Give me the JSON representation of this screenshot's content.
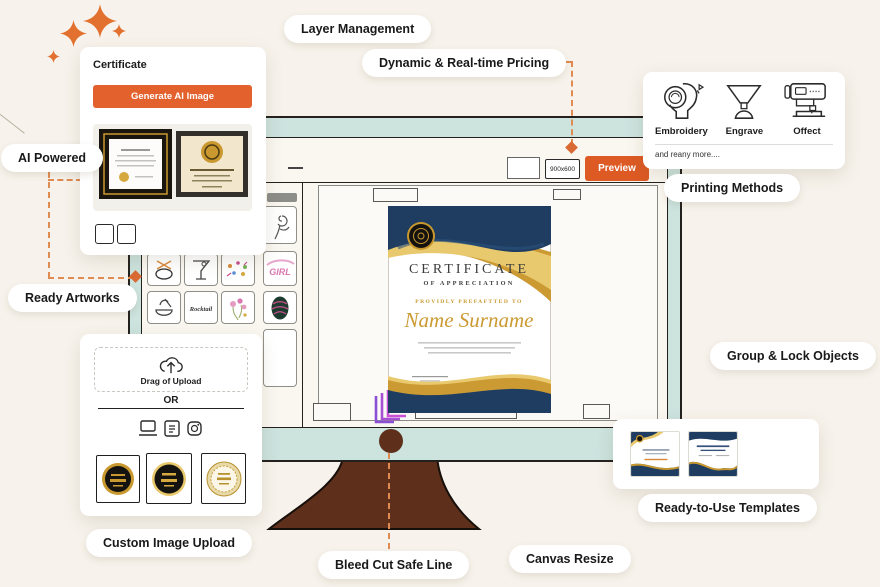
{
  "pills": {
    "layer_management": "Layer Management",
    "dynamic_pricing": "Dynamic & Real-time Pricing",
    "ai_powered": "AI Powered",
    "ready_artworks": "Ready Artworks",
    "printing_methods": "Printing Methods",
    "group_lock": "Group & Lock Objects",
    "custom_image_upload": "Custom Image Upload",
    "bleed_cut": "Bleed Cut Safe Line",
    "canvas_resize": "Canvas Resize",
    "ready_templates": "Ready-to-Use Templates"
  },
  "ai_card": {
    "title": "Certificate",
    "generate_button": "Generate AI Image"
  },
  "upload_card": {
    "dropzone_label": "Drag of Upload",
    "or_label": "OR"
  },
  "printing_card": {
    "methods": [
      {
        "label": "Embroidery"
      },
      {
        "label": "Engrave"
      },
      {
        "label": "Offect"
      }
    ],
    "more_text": "and reany more...."
  },
  "editor": {
    "size_value": "900x600",
    "preview_button": "Preview"
  },
  "cert": {
    "title": "CERTIFICATE",
    "subtitle": "OF APPRECIATION",
    "presented": "PROVIDLY PREFAFTTED TO",
    "name": "Name Surname"
  },
  "artworks": {
    "girl": "GIRL",
    "rocktail": "Rocktail"
  },
  "colors": {
    "accent_orange": "#DD5A24",
    "sparkle_orange": "#E2702E",
    "connector_orange": "#E08B52",
    "bezel_teal": "#CCE3DE",
    "stand_brown": "#5E2F1B",
    "cert_navy": "#1E3D61",
    "cert_gold": "#CC9A33",
    "background": "#F7F3EC"
  }
}
